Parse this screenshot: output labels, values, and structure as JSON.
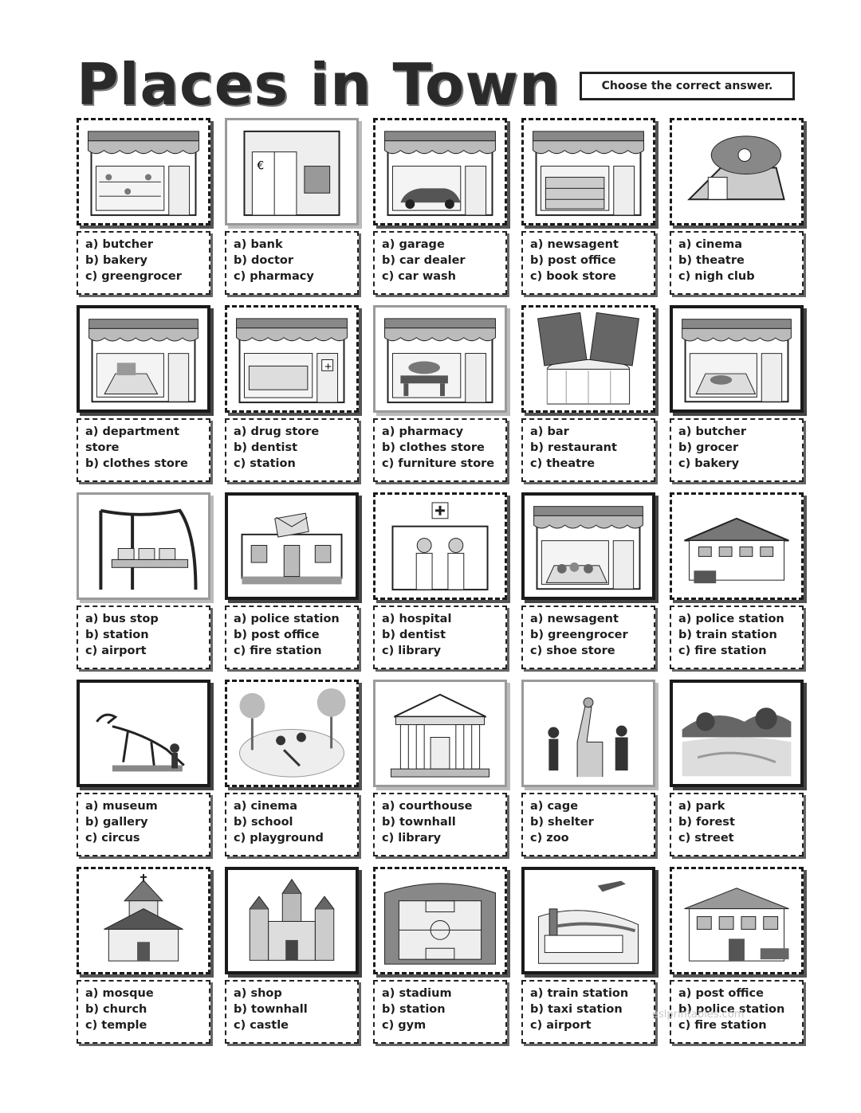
{
  "title": "Places in Town",
  "instruction": "Choose the correct answer.",
  "watermark": "eslprintables.com",
  "items": [
    {
      "picture": "bakery-shop-icon",
      "a": "a) butcher",
      "b": "b) bakery",
      "c": "c) greengrocer"
    },
    {
      "picture": "bank-icon",
      "a": "a) bank",
      "b": "b) doctor",
      "c": "c) pharmacy"
    },
    {
      "picture": "car-dealer-icon",
      "a": "a) garage",
      "b": "b) car dealer",
      "c": "c) car wash"
    },
    {
      "picture": "book-store-icon",
      "a": "a) newsagent",
      "b": "b) post office",
      "c": "c) book store"
    },
    {
      "picture": "cinema-building-icon",
      "a": "a) cinema",
      "b": "b) theatre",
      "c": "c) nigh club"
    },
    {
      "picture": "clothes-store-icon",
      "a": "a) department store",
      "b": "b) clothes store",
      "c": ""
    },
    {
      "picture": "drug-store-icon",
      "a": "a) drug store",
      "b": "b) dentist",
      "c": "c) station"
    },
    {
      "picture": "furniture-store-icon",
      "a": "a) pharmacy",
      "b": "b) clothes store",
      "c": "c) furniture store"
    },
    {
      "picture": "restaurant-menu-icon",
      "a": "a) bar",
      "b": "b) restaurant",
      "c": "c) theatre"
    },
    {
      "picture": "butcher-shop-icon",
      "a": "a) butcher",
      "b": "b) grocer",
      "c": "c) bakery"
    },
    {
      "picture": "bus-stop-icon",
      "a": "a) bus stop",
      "b": "b) station",
      "c": "c) airport"
    },
    {
      "picture": "post-office-icon",
      "a": "a) police station",
      "b": "b) post office",
      "c": "c) fire station"
    },
    {
      "picture": "hospital-icon",
      "a": "a) hospital",
      "b": "b) dentist",
      "c": "c) library"
    },
    {
      "picture": "greengrocer-shop-icon",
      "a": "a) newsagent",
      "b": "b) greengrocer",
      "c": "c) shoe store"
    },
    {
      "picture": "fire-station-icon",
      "a": "a) police station",
      "b": "b) train station",
      "c": "c) fire station"
    },
    {
      "picture": "dinosaur-skeleton-icon",
      "a": "a) museum",
      "b": "b) gallery",
      "c": "c) circus"
    },
    {
      "picture": "playground-icon",
      "a": "a) cinema",
      "b": "b) school",
      "c": "c) playground"
    },
    {
      "picture": "courthouse-icon",
      "a": "a) courthouse",
      "b": "b) townhall",
      "c": "c) library"
    },
    {
      "picture": "zoo-giraffe-icon",
      "a": "a) cage",
      "b": "b) shelter",
      "c": "c) zoo"
    },
    {
      "picture": "park-landscape-icon",
      "a": "a) park",
      "b": "b) forest",
      "c": "c) street"
    },
    {
      "picture": "church-icon",
      "a": "a) mosque",
      "b": "b) church",
      "c": "c) temple"
    },
    {
      "picture": "castle-icon",
      "a": "a) shop",
      "b": "b) townhall",
      "c": "c) castle"
    },
    {
      "picture": "stadium-icon",
      "a": "a) stadium",
      "b": "b) station",
      "c": "c) gym"
    },
    {
      "picture": "airport-icon",
      "a": "a) train station",
      "b": "b) taxi station",
      "c": "c) airport"
    },
    {
      "picture": "police-station-icon",
      "a": "a) post office",
      "b": "b) police station",
      "c": "c) fire station"
    }
  ]
}
